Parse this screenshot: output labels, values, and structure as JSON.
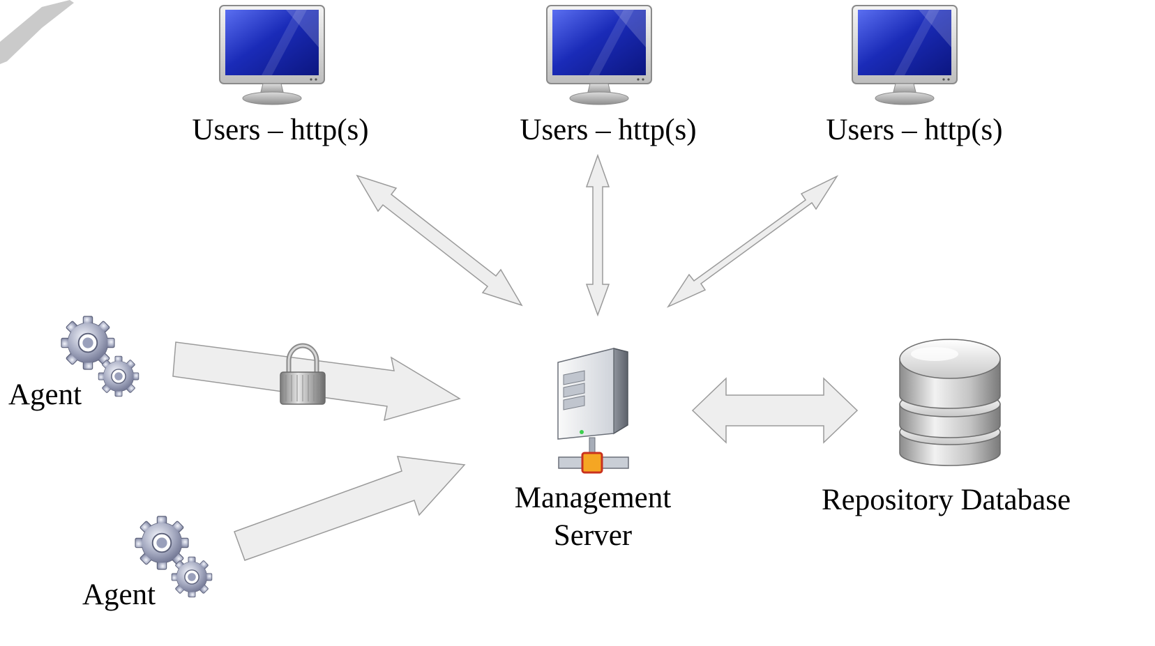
{
  "diagram": {
    "users": [
      {
        "label": "Users – http(s)",
        "icon": "monitor-icon"
      },
      {
        "label": "Users – http(s)",
        "icon": "monitor-icon"
      },
      {
        "label": "Users – http(s)",
        "icon": "monitor-icon"
      }
    ],
    "agents": [
      {
        "label": "Agent",
        "icon": "gears-icon",
        "secure": true
      },
      {
        "label": "Agent",
        "icon": "gears-icon",
        "secure": false
      }
    ],
    "server": {
      "label_line1": "Management",
      "label_line2": "Server",
      "icon": "server-icon"
    },
    "database": {
      "label": "Repository Database",
      "icon": "database-icon"
    },
    "connections": [
      {
        "from": "users-1",
        "to": "management-server",
        "direction": "bidirectional"
      },
      {
        "from": "users-2",
        "to": "management-server",
        "direction": "bidirectional"
      },
      {
        "from": "users-3",
        "to": "management-server",
        "direction": "bidirectional"
      },
      {
        "from": "agent-1",
        "to": "management-server",
        "direction": "one-way",
        "secure": true
      },
      {
        "from": "agent-2",
        "to": "management-server",
        "direction": "one-way"
      },
      {
        "from": "management-server",
        "to": "repository-database",
        "direction": "bidirectional"
      }
    ],
    "colors": {
      "arrow_fill": "#eeeeee",
      "arrow_stroke": "#9a9a9a",
      "screen_blue": "#1a2bb8",
      "server_accent": "#f5a623",
      "db_silver": "#b8b8b8"
    }
  }
}
